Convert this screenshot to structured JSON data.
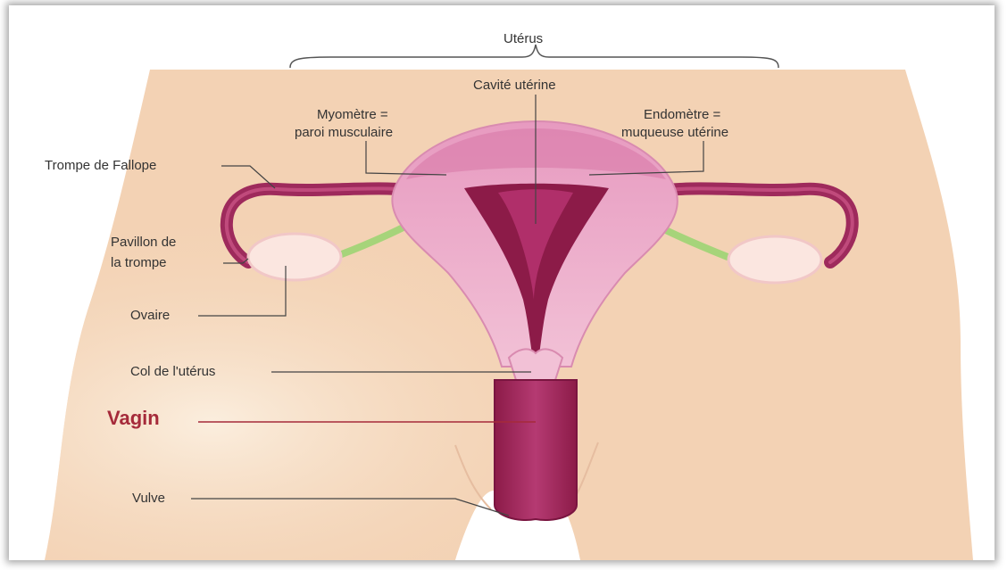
{
  "labels": {
    "uterus": "Utérus",
    "cavity": "Cavité utérine",
    "myometre_1": "Myomètre =",
    "myometre_2": "paroi musculaire",
    "endometre_1": "Endomètre =",
    "endometre_2": "muqueuse utérine",
    "trompe": "Trompe de Fallope",
    "pavillon_1": "Pavillon de",
    "pavillon_2": "la trompe",
    "ovaire": "Ovaire",
    "col": "Col de l'utérus",
    "vagin": "Vagin",
    "vulve": "Vulve"
  },
  "colors": {
    "skin": "#f3d2b4",
    "uterus_pink": "#eeb7cf",
    "uterus_dark": "#8c1b48",
    "cavity": "#b02f6a",
    "ovary": "#fbe6e0",
    "ligament": "#a6d47a",
    "vagin_label": "#a52a3a",
    "leader": "#444444"
  }
}
